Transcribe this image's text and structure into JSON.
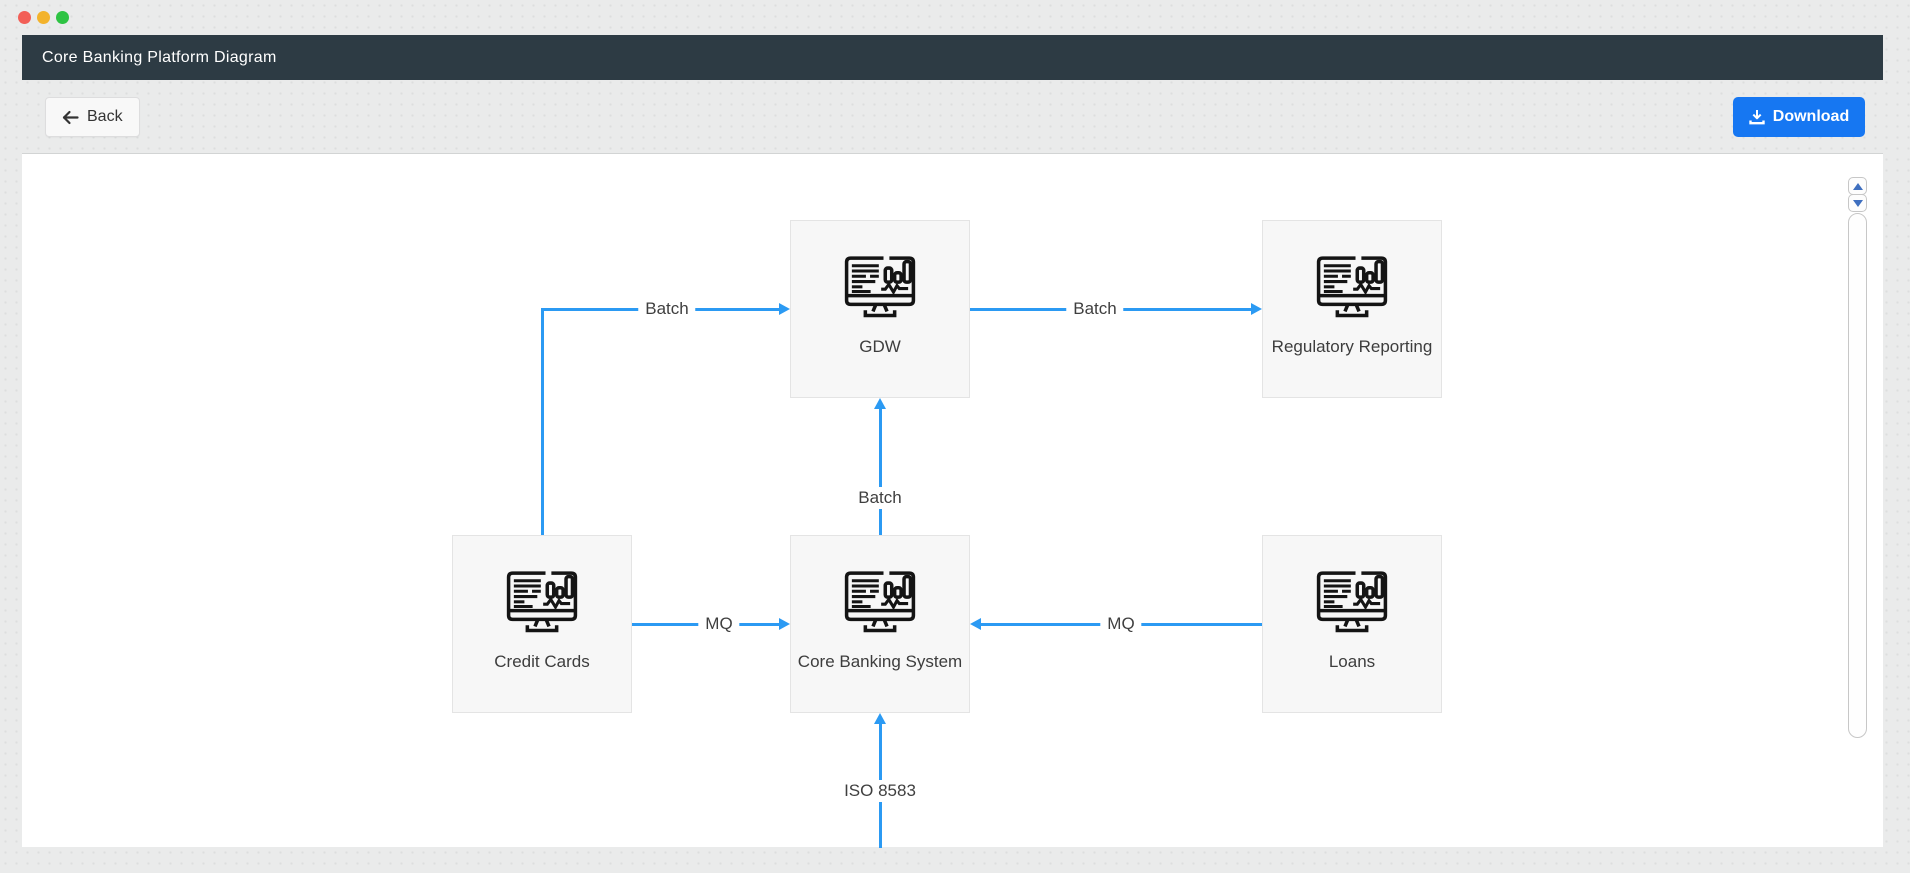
{
  "window": {
    "controls": [
      {
        "name": "close",
        "color": "#f25f57"
      },
      {
        "name": "minimize",
        "color": "#f3b32c"
      },
      {
        "name": "zoom",
        "color": "#2ec343"
      }
    ],
    "title": "Core Banking Platform Diagram"
  },
  "toolbar": {
    "back_label": "Back",
    "back_icon": "arrow-left-icon",
    "download_label": "Download",
    "download_icon": "download-icon"
  },
  "colors": {
    "header_bg": "#2d3b44",
    "edge_blue": "#2b9af3",
    "download_button_blue": "#1677f2",
    "node_bg": "#f7f7f7",
    "canvas_bg": "#ffffff",
    "page_bg": "#eaebeb"
  },
  "diagram": {
    "node_icon": "monitor-dashboard-icon",
    "nodes": [
      {
        "id": "gdw",
        "label": "GDW"
      },
      {
        "id": "regulatory-reporting",
        "label": "Regulatory Reporting"
      },
      {
        "id": "credit-cards",
        "label": "Credit Cards"
      },
      {
        "id": "core-banking-system",
        "label": "Core Banking System"
      },
      {
        "id": "loans",
        "label": "Loans"
      }
    ],
    "edges": [
      {
        "from": "credit-cards",
        "to": "gdw",
        "label": "Batch"
      },
      {
        "from": "gdw",
        "to": "regulatory-reporting",
        "label": "Batch"
      },
      {
        "from": "core-banking-system",
        "to": "gdw",
        "label": "Batch"
      },
      {
        "from": "credit-cards",
        "to": "core-banking-system",
        "label": "MQ"
      },
      {
        "from": "loans",
        "to": "core-banking-system",
        "label": "MQ"
      },
      {
        "from": "offscreen-bottom",
        "to": "core-banking-system",
        "label": "ISO 8583"
      }
    ]
  },
  "scrollbar": {
    "up_icon": "triangle-up-icon",
    "down_icon": "triangle-down-icon"
  }
}
